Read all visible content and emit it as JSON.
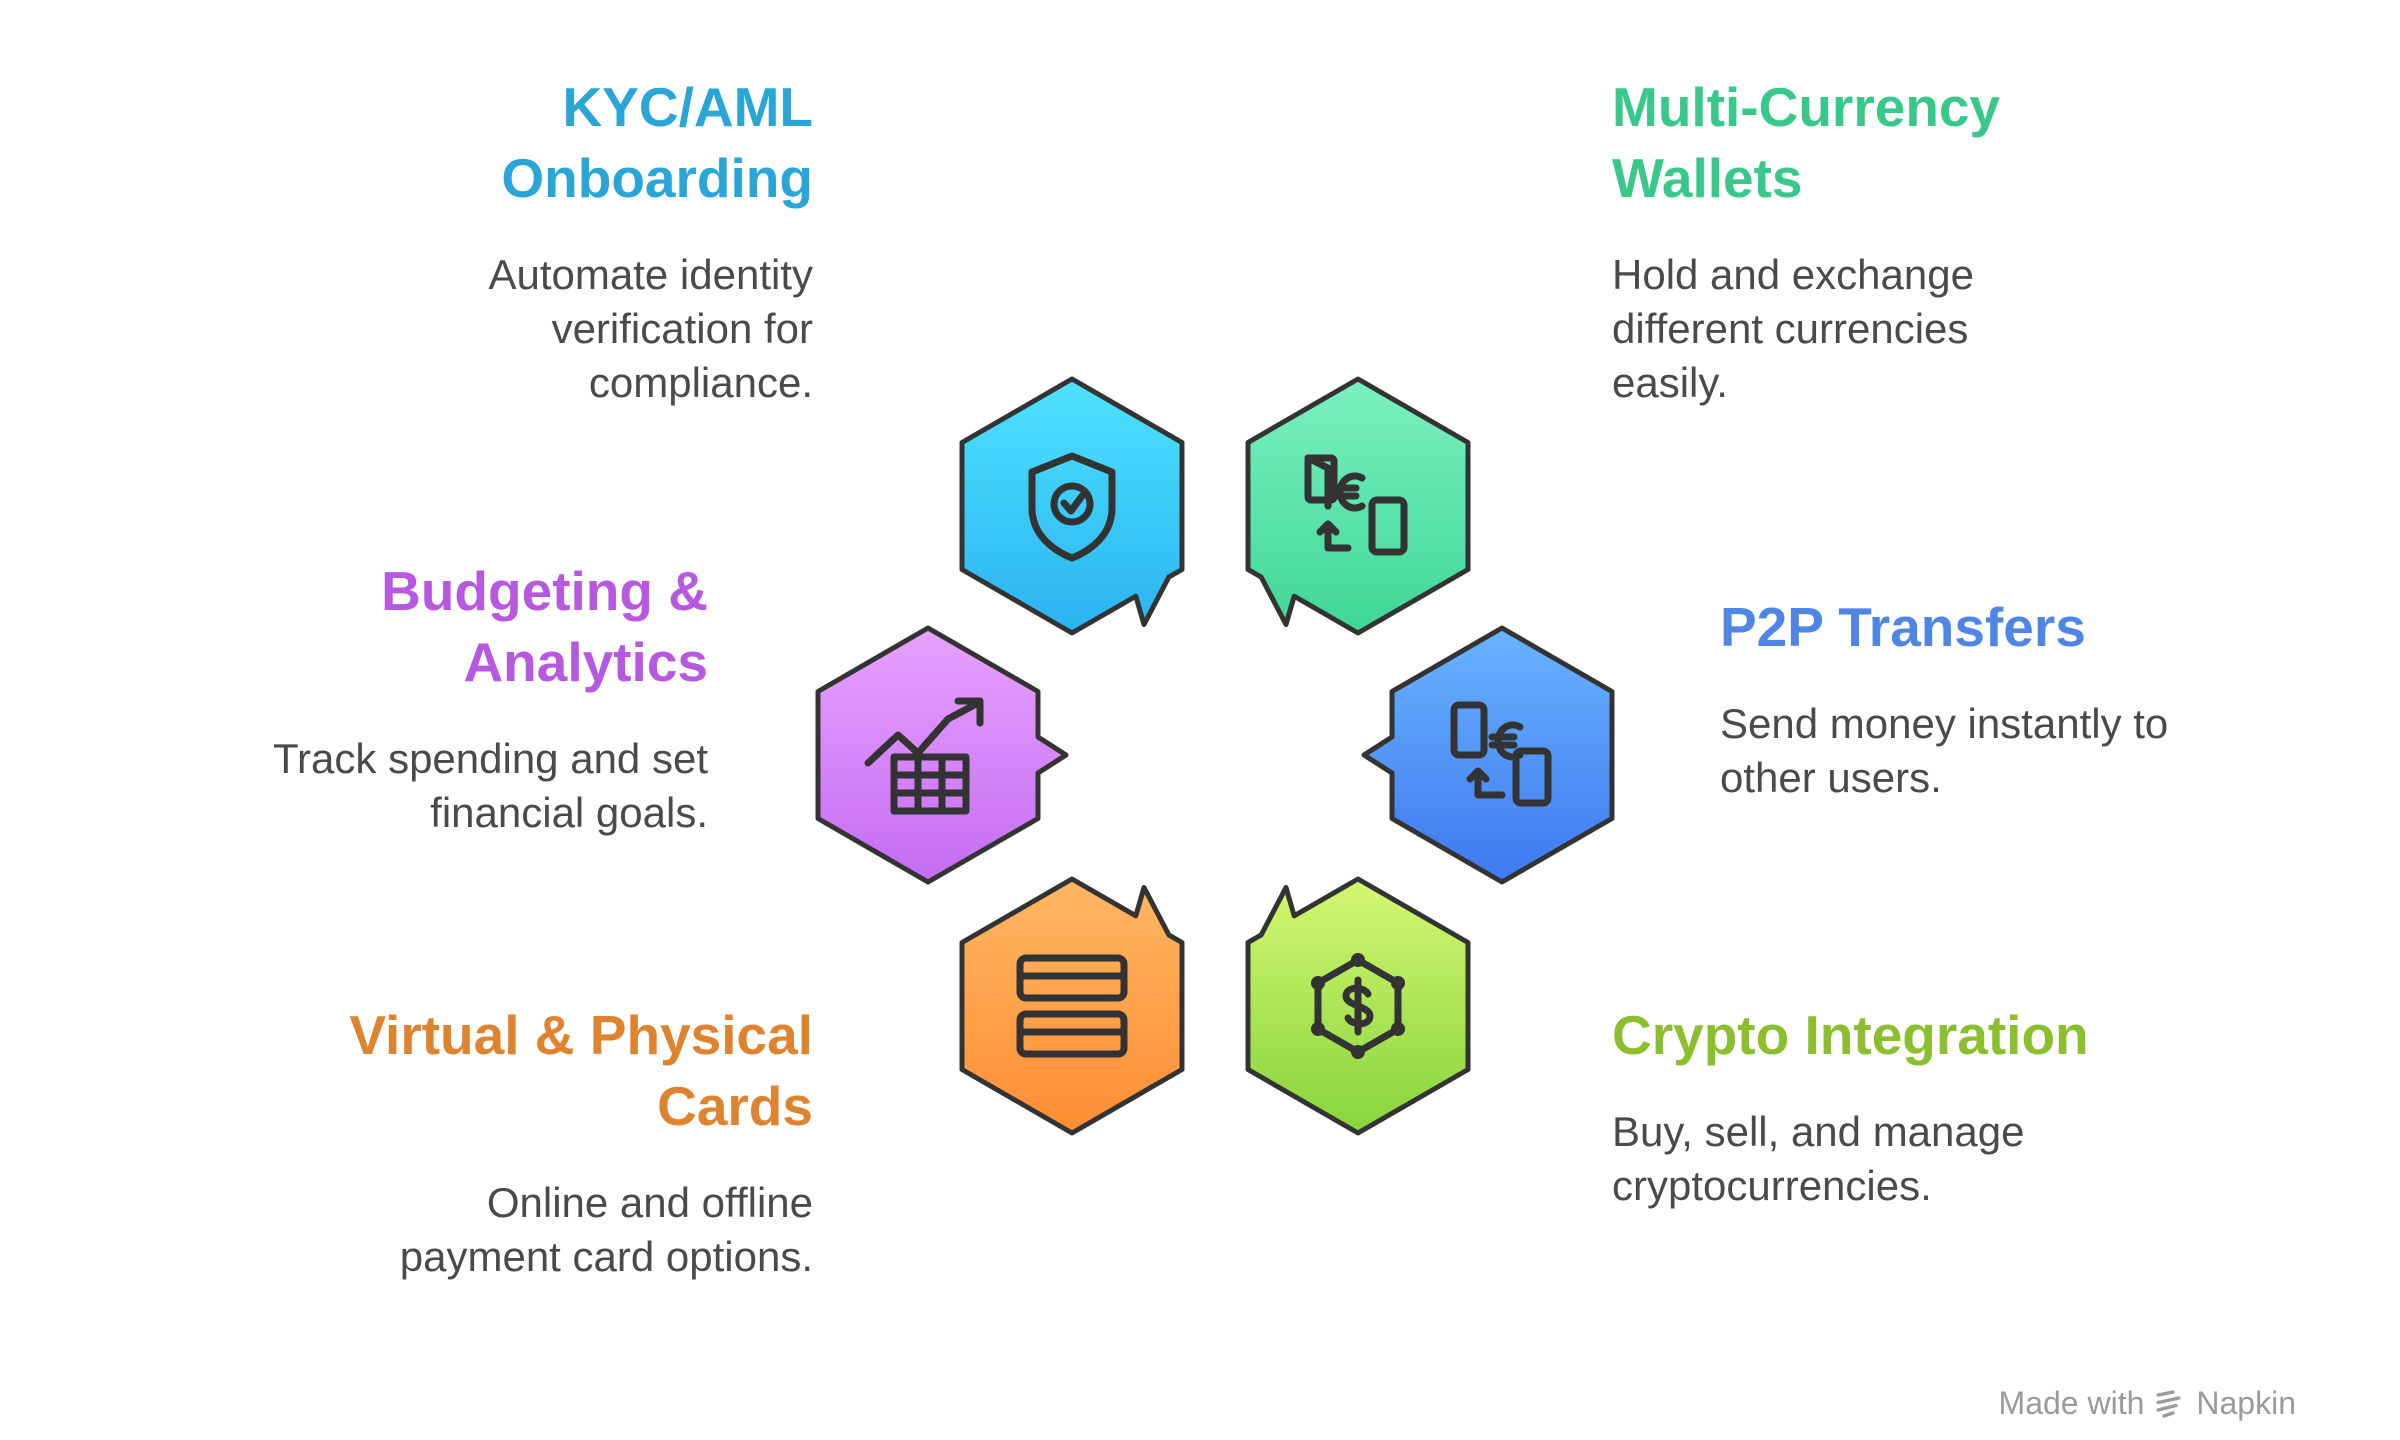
{
  "colors": {
    "kyc": "#2aa5d8",
    "wallets": "#38c98a",
    "p2p": "#4f86e6",
    "crypto": "#8cbf2e",
    "cards": "#e0832f",
    "budgeting": "#b659e0",
    "outline": "#333333"
  },
  "hexagons": [
    {
      "id": "kyc",
      "icon": "shield-check-icon",
      "gradient": [
        "#4ee2ff",
        "#2bb3f0"
      ]
    },
    {
      "id": "wallets",
      "icon": "currency-exchange-icon",
      "gradient": [
        "#7af0c0",
        "#3fd796"
      ]
    },
    {
      "id": "p2p",
      "icon": "p2p-transfer-icon",
      "gradient": [
        "#6ab3ff",
        "#3d7af0"
      ]
    },
    {
      "id": "crypto",
      "icon": "crypto-dollar-icon",
      "gradient": [
        "#d4f772",
        "#86d43b"
      ]
    },
    {
      "id": "cards",
      "icon": "payment-cards-icon",
      "gradient": [
        "#ffb763",
        "#ff8d33"
      ]
    },
    {
      "id": "budgeting",
      "icon": "growth-chart-icon",
      "gradient": [
        "#e8a2ff",
        "#c46cf2"
      ]
    }
  ],
  "items": {
    "kyc": {
      "title": "KYC/AML\nOnboarding",
      "description": "Automate identity\nverification for\ncompliance."
    },
    "wallets": {
      "title": "Multi-Currency\nWallets",
      "description": "Hold and exchange\ndifferent currencies\neasily."
    },
    "p2p": {
      "title": "P2P Transfers",
      "description": "Send money instantly to\nother users."
    },
    "crypto": {
      "title": "Crypto Integration",
      "description": "Buy, sell, and manage\ncryptocurrencies."
    },
    "cards": {
      "title": "Virtual & Physical\nCards",
      "description": "Online and offline\npayment card options."
    },
    "budgeting": {
      "title": "Budgeting &\nAnalytics",
      "description": "Track spending and set\nfinancial goals."
    }
  },
  "credit": {
    "text": "Made with",
    "brand": "Napkin"
  }
}
